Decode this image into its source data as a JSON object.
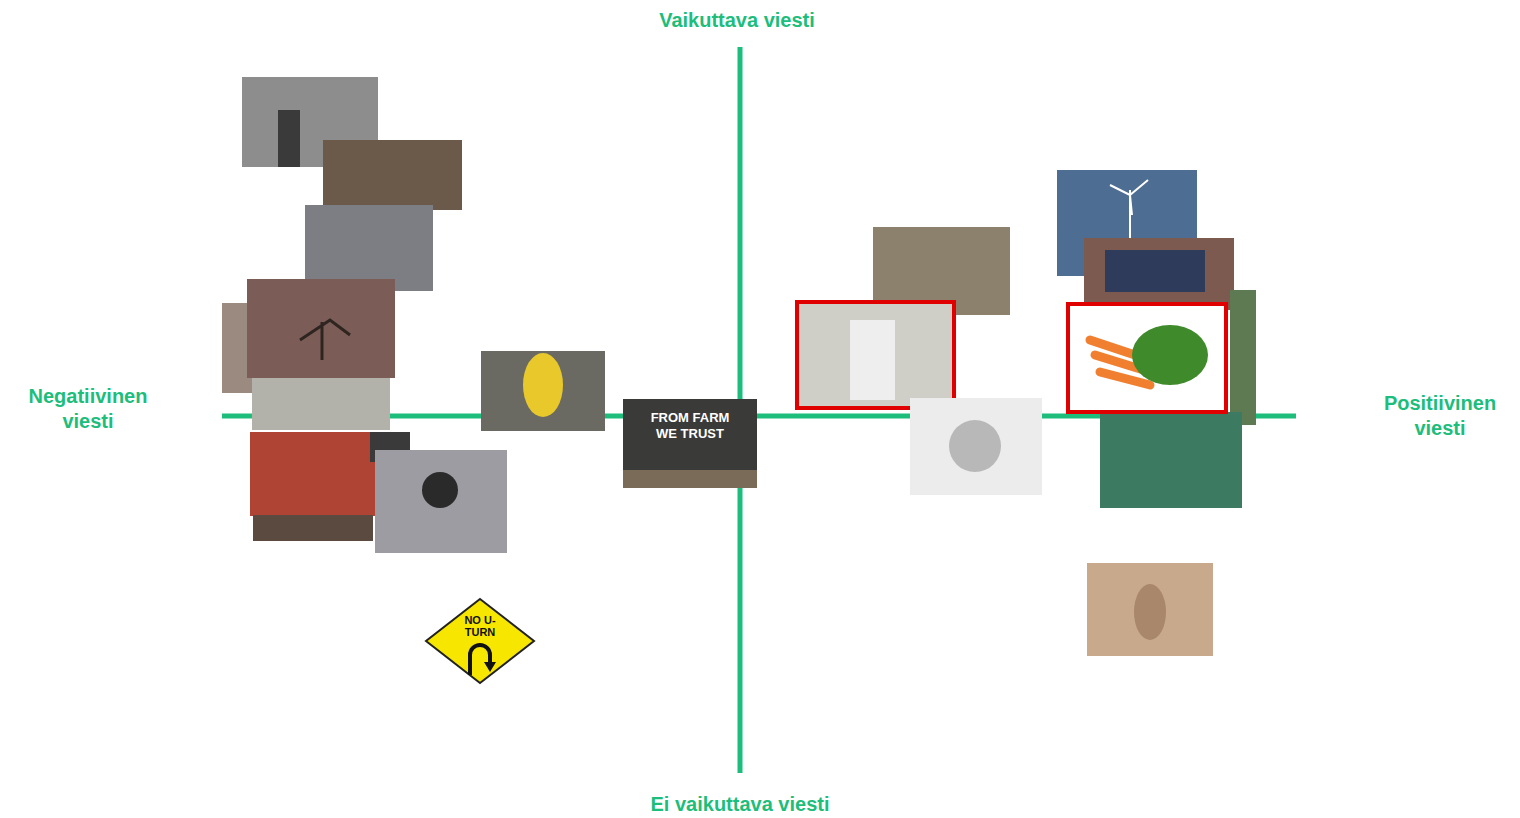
{
  "diagram": {
    "labels": [
      "Vaikuttava viesti",
      "Negatiivinen viesti",
      "FROM FARM WE TRUST",
      "Positiivinen viesti",
      "NO U-TURN",
      "Ei vaikuttava viesti"
    ]
  }
}
